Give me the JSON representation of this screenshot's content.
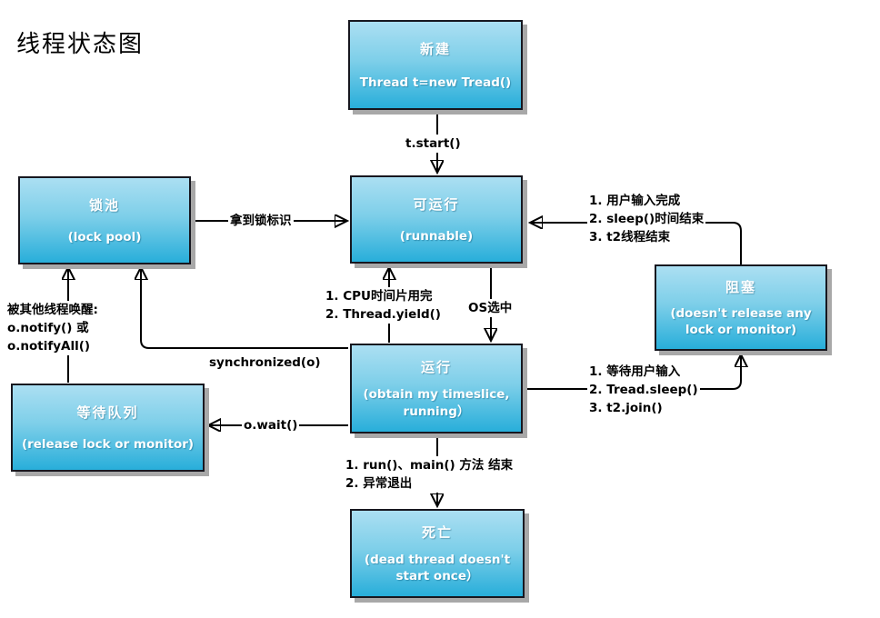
{
  "title": "线程状态图",
  "colors": {
    "box_gradient_top": "#abdff2",
    "box_gradient_bottom": "#28aeda",
    "box_border": "#17171f",
    "box_shadow": "#a8a8a8",
    "box_text": "#ffffff",
    "arrow": "#000000",
    "label_text": "#000000",
    "background": "#ffffff"
  },
  "nodes": {
    "new": {
      "title": "新建",
      "subtitle": "Thread t=new Tread()"
    },
    "lock_pool": {
      "title": "锁池",
      "subtitle": "(lock pool)"
    },
    "runnable": {
      "title": "可运行",
      "subtitle": "(runnable)"
    },
    "blocked": {
      "title": "阻塞",
      "subtitle": "(doesn't release any lock or monitor)"
    },
    "running": {
      "title": "运行",
      "subtitle": "(obtain my timeslice, running）"
    },
    "wait_queue": {
      "title": "等待队列",
      "subtitle": "(release lock or monitor)"
    },
    "dead": {
      "title": "死亡",
      "subtitle": "(dead thread doesn't start once）"
    }
  },
  "edge_labels": {
    "t_start": "t.start()",
    "acquire_lock": "拿到锁标识",
    "blocked_to_runnable": [
      "1. 用户输入完成",
      "2. sleep()时间结束",
      "3. t2线程结束"
    ],
    "os_select": "OS选中",
    "running_to_runnable": [
      "1. CPU时间片用完",
      "2. Thread.yield()"
    ],
    "synchronized": "synchronized(o)",
    "wakeup": [
      "被其他线程唤醒:",
      "o.notify() 或",
      "o.notifyAll()"
    ],
    "o_wait": "o.wait()",
    "running_to_blocked": [
      "1. 等待用户输入",
      "2. Tread.sleep()",
      "3. t2.join()"
    ],
    "running_to_dead": [
      "1. run()、main() 方法 结束",
      "2. 异常退出"
    ]
  }
}
